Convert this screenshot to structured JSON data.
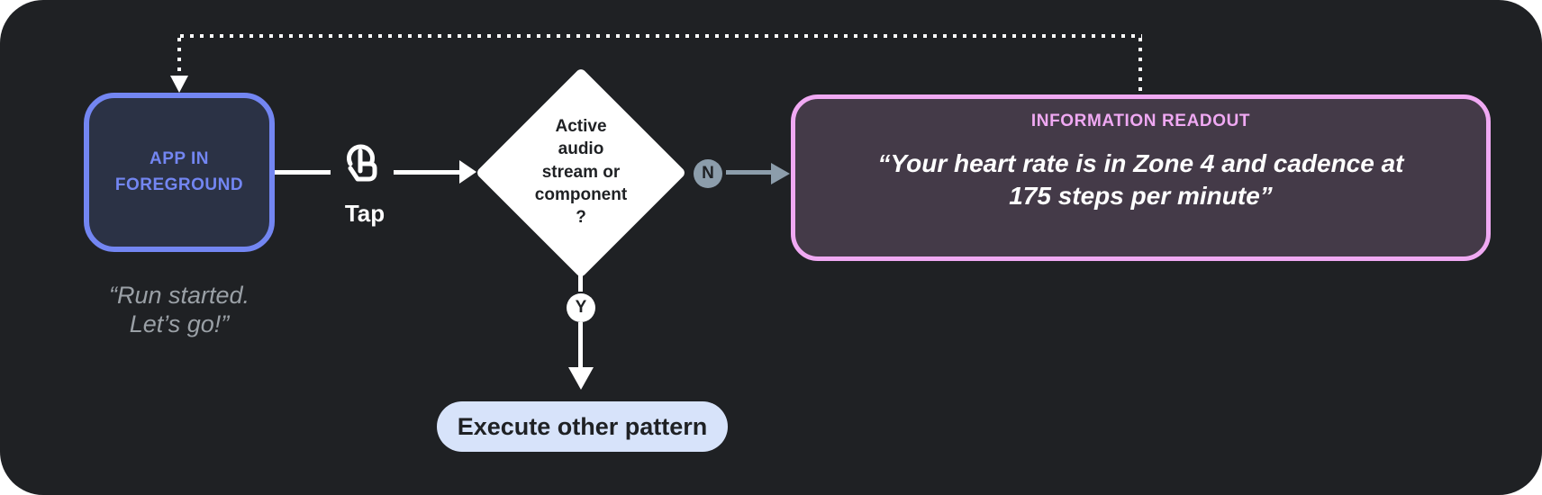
{
  "diagram": {
    "app_node": {
      "label": "APP IN\nFOREGROUND",
      "caption": "“Run started.\nLet’s go!”"
    },
    "tap_label": "Tap",
    "decision_label": "Active\naudio\nstream or\ncomponent\n?",
    "no_badge": "N",
    "yes_badge": "Y",
    "readout": {
      "title": "INFORMATION READOUT",
      "quote": "“Your heart rate is in Zone 4 and cadence at\n175 steps per minute”"
    },
    "action_label": "Execute other pattern"
  },
  "colors": {
    "canvas_bg": "#1F2124",
    "app_border": "#7386F2",
    "app_fill": "#2B3245",
    "app_text": "#7386F2",
    "caption_text": "#9AA0A6",
    "connector_white": "#FFFFFF",
    "decision_fill": "#FFFFFF",
    "decision_text": "#1F2124",
    "no_badge_fill": "#8C9DAB",
    "no_connector": "#8C9DAB",
    "yes_badge_fill": "#FFFFFF",
    "readout_border": "#F0A9F3",
    "readout_fill": "#443A48",
    "readout_title": "#F0A9F3",
    "readout_text": "#FFFFFF",
    "action_fill": "#D7E3FA",
    "action_text": "#1F2124"
  }
}
